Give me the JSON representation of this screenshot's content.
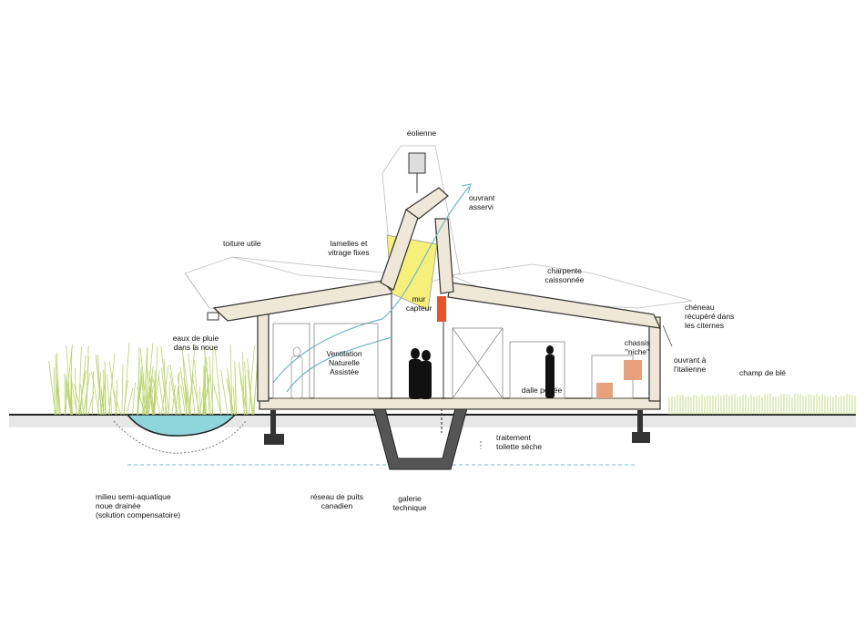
{
  "labels": {
    "eolienne": "éolienne",
    "ouvrant_asservi": "ouvrant\nasservi",
    "toiture_utile": "toiture utile",
    "lamelles": "lamelles et\nvitrage fixes",
    "charpente": "charpente\ncaissonnée",
    "mur_capteur": "mur\ncapteur",
    "cheneau": "chéneau\nrécupéré dans\nles citernes",
    "eaux_pluie": "eaux de pluie\ndans la noue",
    "ventilation": "Ventilation\nNaturelle\nAssistée",
    "chassis": "chassis\n\"niche\"",
    "ouvrant_italienne": "ouvrant à\nl'italienne",
    "champ_ble": "champ de blé",
    "dalle_portee": "dalle portée",
    "traitement": "traitement\ntoilette sèche",
    "milieu": "milieu semi-aquatique\nnoue drainée\n(solution compensatoire)",
    "reseau": "réseau de puits\ncanadien",
    "galerie": "galerie\ntechnique"
  },
  "colors": {
    "wall_fill": "#efe8d8",
    "wall_stroke": "#333333",
    "glazing": "#f6f07a",
    "capteur": "#e8542a",
    "water": "#8fd6dc",
    "vegetation": "#b9d36a",
    "airflow": "#6fb8c8",
    "ground": "#e7e7e7"
  }
}
